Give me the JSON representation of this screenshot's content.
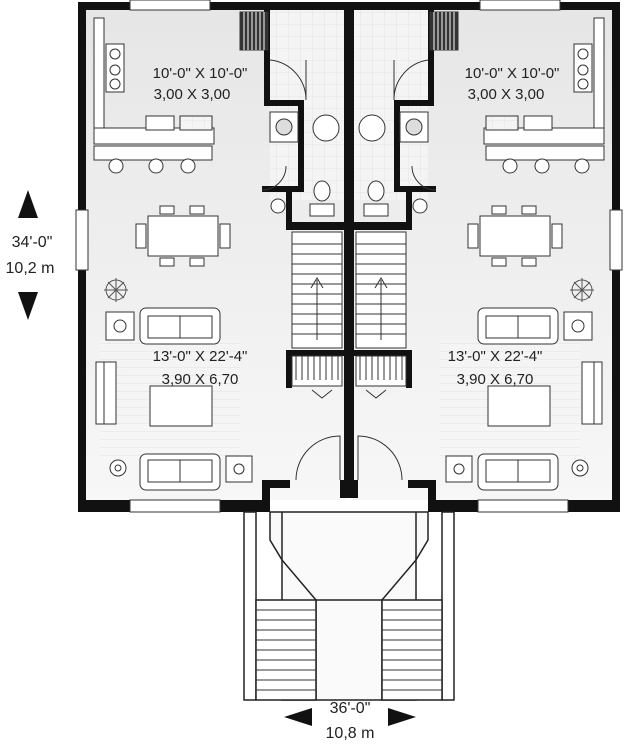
{
  "left_unit": {
    "kitchen_imperial": "10'-0\" X 10'-0\"",
    "kitchen_metric": "3,00 X 3,00",
    "living_imperial": "13'-0\" X 22'-4\"",
    "living_metric": "3,90 X 6,70"
  },
  "right_unit": {
    "kitchen_imperial": "10'-0\" X 10'-0\"",
    "kitchen_metric": "3,00 X 3,00",
    "living_imperial": "13'-0\" X 22'-4\"",
    "living_metric": "3,90 X 6,70"
  },
  "depth_dimension": {
    "imperial": "34'-0\"",
    "metric": "10,2 m"
  },
  "width_dimension": {
    "imperial": "36'-0\"",
    "metric": "10,8 m"
  }
}
